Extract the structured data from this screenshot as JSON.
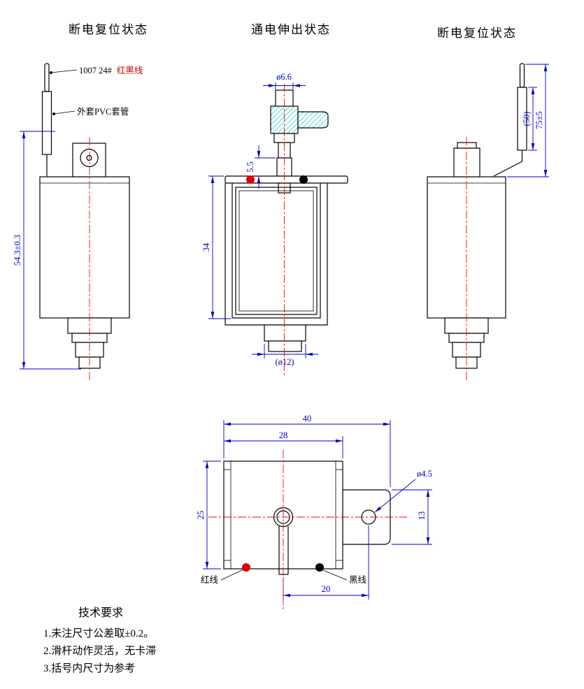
{
  "titles": {
    "left": "断电复位状态",
    "middle": "通电伸出状态",
    "right": "断电复位状态"
  },
  "left_view": {
    "wire_spec": "1007 24#",
    "wire_color_label": "红黑线",
    "sleeve_label": "外套PVC套管",
    "dim_height": "54.3±0.3"
  },
  "middle_view": {
    "dim_rod_dia": "ø6.6",
    "dim_stroke": "5.5",
    "dim_body_height": "34",
    "dim_plunger_dia": "(ø12)"
  },
  "right_view": {
    "dim_sleeve_len": "(50)",
    "dim_wire_len": "75±5"
  },
  "bottom_view": {
    "dim_total_width": "40",
    "dim_body_width": "28",
    "dim_depth": "25",
    "dim_tab_height": "13",
    "dim_hole_offset": "20",
    "dim_hole_dia": "ø4.5",
    "red_wire_label": "红线",
    "black_wire_label": "黑线"
  },
  "notes": {
    "title": "技术要求",
    "items": [
      "1.未注尺寸公差取±0.2。",
      "2.滑杆动作灵活，无卡滞",
      "3.括号内尺寸为参考"
    ]
  },
  "colors": {
    "dimension_blue": "#0000c8",
    "centerline_red": "#ff0000",
    "hatch_cyan": "#00cccc",
    "wire_red": "#dd0000",
    "wire_black": "#000000"
  }
}
